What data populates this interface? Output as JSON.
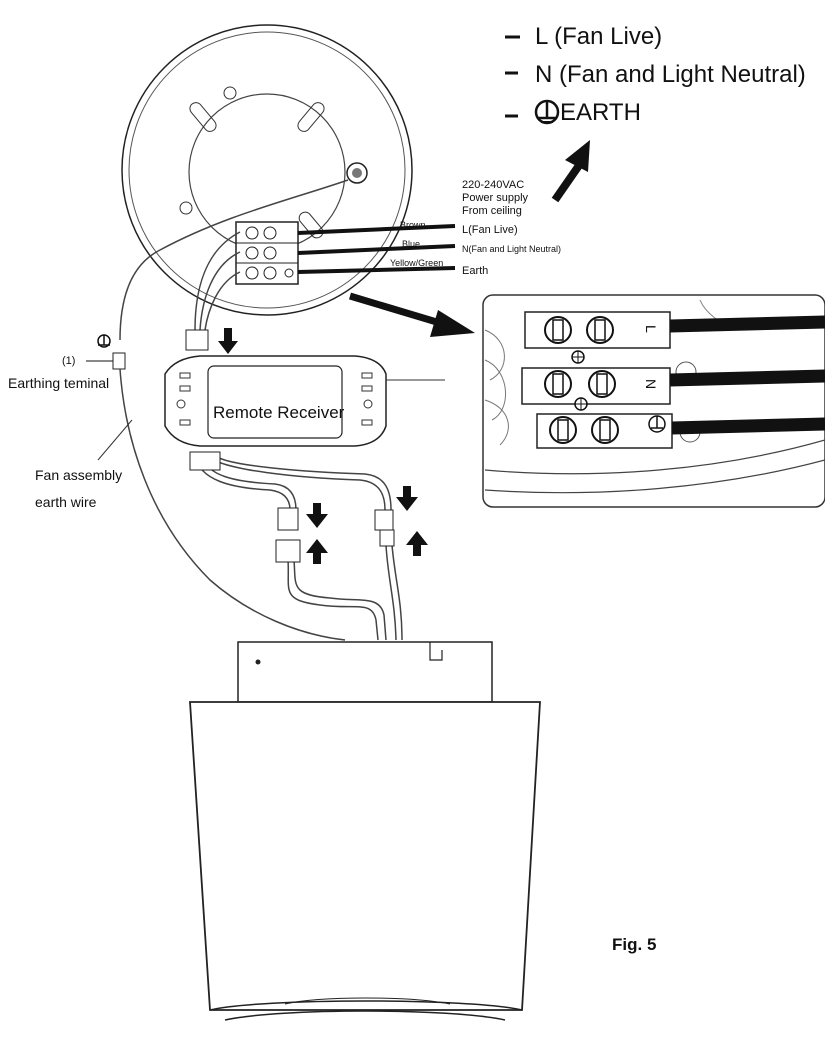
{
  "legend": {
    "live": "L (Fan Live)",
    "neutral": "N (Fan and Light Neutral)",
    "earth": "EARTH"
  },
  "supply": {
    "line1": "220-240VAC",
    "line2": "Power supply",
    "line3": "From ceiling"
  },
  "wires": {
    "brown": "Brown",
    "blue": "Blue",
    "yellow_green": "Yellow/Green",
    "live_label": "L(Fan Live)",
    "neutral_label": "N(Fan and Light Neutral)",
    "earth_label": "Earth"
  },
  "terminal_letters": {
    "l": "L",
    "n": "N"
  },
  "receiver": {
    "label": "Remote Receiver"
  },
  "earthing": {
    "number": "(1)",
    "label": "Earthing teminal"
  },
  "fan_wire": {
    "line1": "Fan assembly",
    "line2": "earth wire"
  },
  "figure": {
    "caption": "Fig. 5"
  },
  "icons": [
    "earth-symbol-icon",
    "down-arrow-icon",
    "up-arrow-icon",
    "diagonal-arrow-icon",
    "screw-icon"
  ]
}
